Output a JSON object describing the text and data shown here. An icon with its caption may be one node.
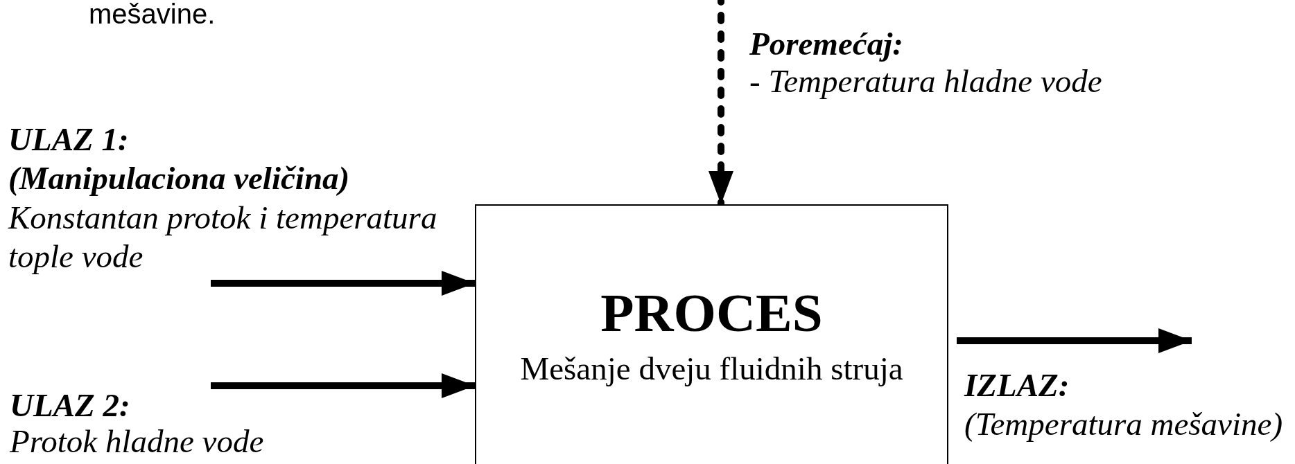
{
  "diagram": {
    "nodes": [
      {
        "text": [
          "Poremećaj:",
          "- Temperatura hladne vode"
        ]
      },
      {
        "text": [
          "ULAZ 1:",
          "(Manipulaciona veličina)",
          "Konstantan protok i temperatura tople vode"
        ]
      },
      {
        "text": [
          "PROCES",
          "Mešanje dveju fluidnih struja"
        ]
      },
      {
        "text": [
          "IZLAZ:",
          "(Temperatura mešavine)"
        ]
      },
      {
        "text": [
          "ULAZ 2:",
          "Protok hladne vode"
        ]
      }
    ],
    "edges": [
      {
        "from": null,
        "to": 2,
        "arrow": "to",
        "style": "dashed"
      },
      {
        "from": 1,
        "to": 2,
        "arrow": "to"
      },
      {
        "from": 4,
        "to": 2,
        "arrow": "to"
      },
      {
        "from": 2,
        "to": 3,
        "arrow": "to"
      }
    ],
    "labels": [
      "mešavine."
    ]
  }
}
